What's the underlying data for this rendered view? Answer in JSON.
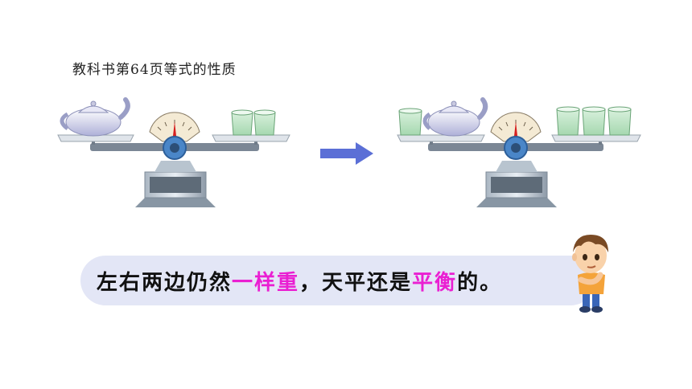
{
  "caption": "教科书第64页等式的性质",
  "statement": {
    "part1": "左右两边仍然",
    "highlight1": "一样重",
    "part2": "，天平还是",
    "highlight2": "平衡",
    "part3": "的。"
  },
  "colors": {
    "highlight": "#ea1fd2",
    "bubble": "#e3e6f6",
    "arrow": "#5b6fd6",
    "needle": "#d62020"
  }
}
